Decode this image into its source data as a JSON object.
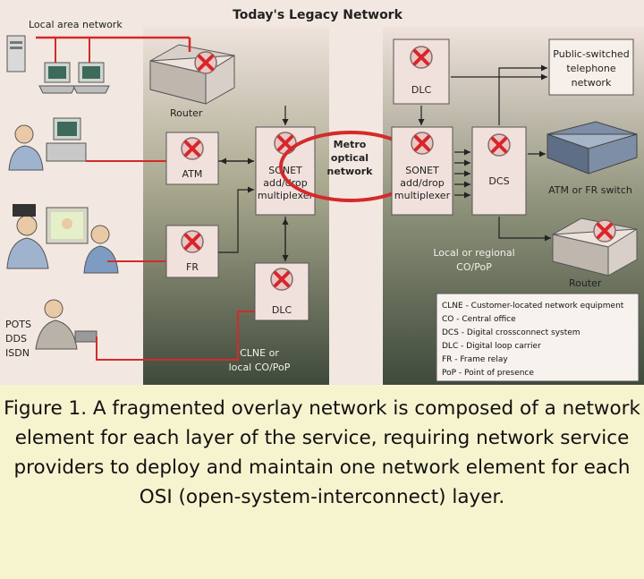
{
  "diagram": {
    "title": "Today's Legacy Network",
    "labels": {
      "lan": "Local area network",
      "router": "Router",
      "atm": "ATM",
      "fr": "FR",
      "sonet1": [
        "SONET",
        "add/drop",
        "multiplexer"
      ],
      "sonet2": [
        "SONET",
        "add/drop",
        "multiplexer"
      ],
      "metro": [
        "Metro",
        "optical",
        "network"
      ],
      "dlc_left": "DLC",
      "dlc_right": "DLC",
      "dcs": "DCS",
      "pstn": [
        "Public-switched",
        "telephone",
        "network"
      ],
      "atm_fr_switch": "ATM or FR switch",
      "router2": "Router",
      "local_co": [
        "Local or regional",
        "CO/PoP"
      ],
      "clne_co": [
        "CLNE or",
        "local CO/PoP"
      ],
      "pots": [
        "POTS",
        "DDS",
        "ISDN"
      ]
    },
    "legend": [
      "CLNE - Customer-located network equipment",
      "CO - Central office",
      "DCS - Digital crossconnect system",
      "DLC - Digital loop carrier",
      "FR - Frame relay",
      "PoP - Point of presence"
    ]
  },
  "caption": "Figure 1. A fragmented overlay network is composed of a network element for each layer of the service, requiring network service providers to deploy and maintain one network element for each OSI (open-system-interconnect) layer.",
  "colors": {
    "panel_dark": "#4e5a48",
    "panel_light": "#ead8d0",
    "node_fill": "#f1e1dc",
    "x_red": "#d9252a",
    "link_red": "#d42a2a",
    "caption_bg": "#f6f3cf"
  }
}
